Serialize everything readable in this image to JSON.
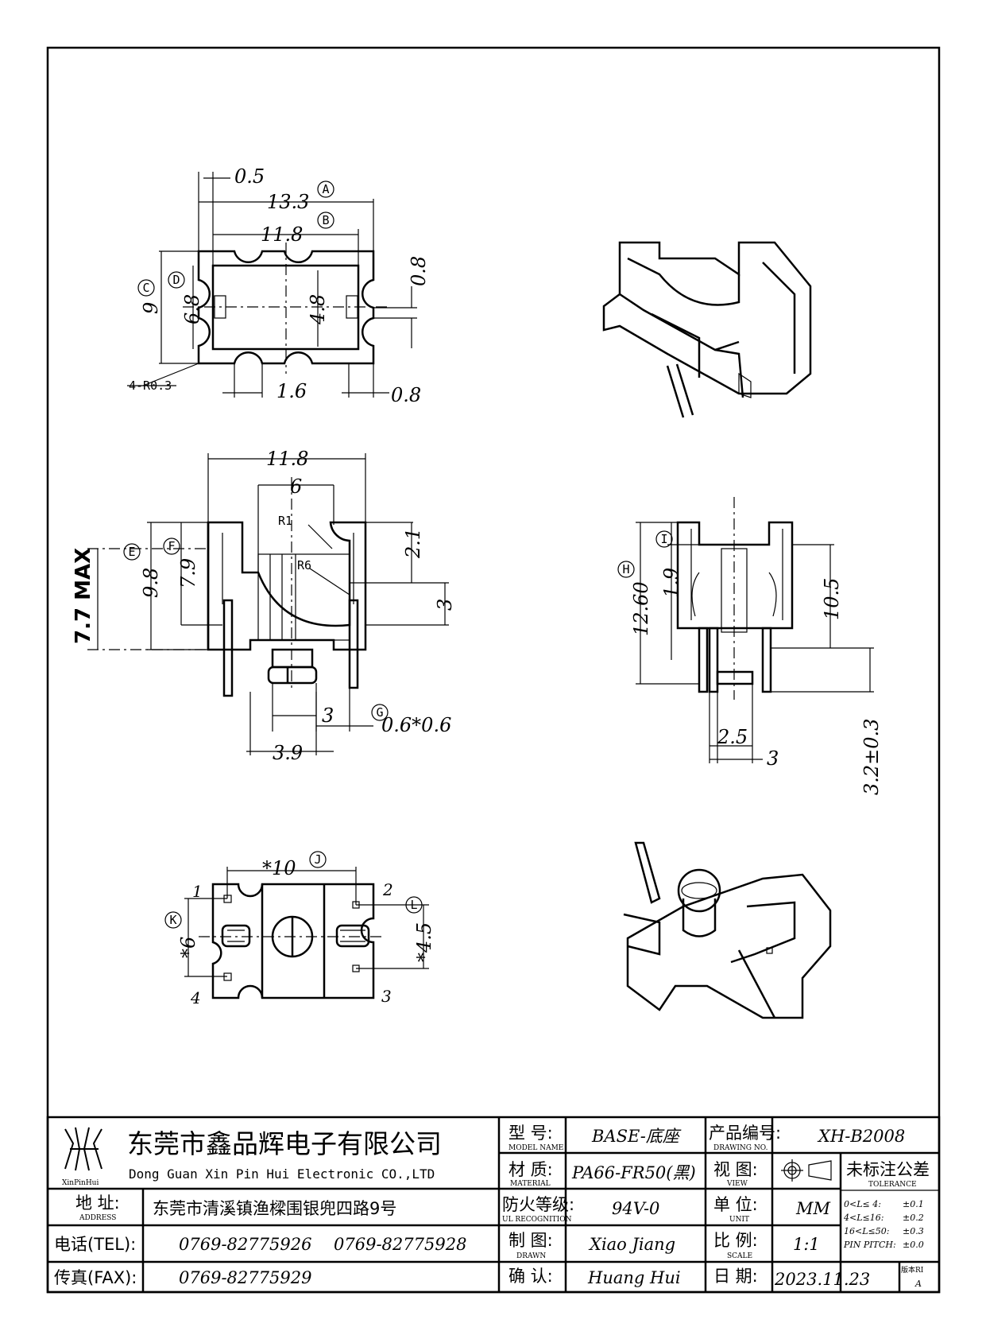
{
  "top_view": {
    "dim_a_offset": "0.5",
    "dim_a_width": "13.3",
    "dim_b_width": "11.8",
    "dim_c_height": "9",
    "dim_d_height": "6.8",
    "dim_inner_height": "4.8",
    "dim_right_notch": "0.8",
    "dim_bottom_slot": "1.6",
    "dim_bottom_right": "0.8",
    "radius_note": "4-R0.3",
    "balloon_a": "A",
    "balloon_b": "B",
    "balloon_c": "C",
    "balloon_d": "D"
  },
  "front_view": {
    "dim_width": "11.8",
    "dim_arc_width": "6",
    "radius_1": "R1",
    "radius_6": "R6",
    "dim_slot_depth": "2.1",
    "dim_height": "9.8",
    "dim_inner_height": "7.9",
    "dim_max": "7.7 MAX",
    "dim_pin_offset": "3",
    "dim_pin_spacing": "3",
    "dim_pin_section": "0.6*0.6",
    "dim_pin_outer": "3.9",
    "balloon_e": "E",
    "balloon_f": "F",
    "balloon_g": "G"
  },
  "side_view": {
    "dim_total": "12.60",
    "dim_top": "1.9",
    "dim_body": "10.5",
    "dim_pin_width": "2.5",
    "dim_pin_gap": "3",
    "dim_pin_len": "3.2±0.3",
    "balloon_h": "H",
    "balloon_i": "I"
  },
  "bottom_view": {
    "dim_pitch_x": "*10",
    "dim_pitch_y": "*6",
    "dim_pitch_y2": "*4.5",
    "pin_1": "1",
    "pin_2": "2",
    "pin_3": "3",
    "pin_4": "4",
    "balloon_j": "J",
    "balloon_k": "K",
    "balloon_l": "L"
  },
  "title_block": {
    "company_cn": "东莞市鑫品辉电子有限公司",
    "company_en": "Dong Guan Xin Pin Hui Electronic CO.,LTD",
    "logo_text": "XinPinHui",
    "address_label_cn": "地  址:",
    "address_label_en": "ADDRESS",
    "address_value": "东莞市清溪镇渔樑围银兜四路9号",
    "tel_label": "电话(TEL):",
    "tel_value_1": "0769-82775926",
    "tel_value_2": "0769-82775928",
    "fax_label": "传真(FAX):",
    "fax_value": "0769-82775929",
    "model_label_cn": "型  号:",
    "model_label_en": "MODEL NAME",
    "model_value": "BASE-底座",
    "material_label_cn": "材  质:",
    "material_label_en": "MATERIAL",
    "material_value": "PA66-FR50(黑)",
    "ul_label_cn": "防火等级:",
    "ul_label_en": "UL RECOGNITION",
    "ul_value": "94V-0",
    "drawn_label_cn": "制  图:",
    "drawn_label_en": "DRAWN",
    "drawn_value": "Xiao Jiang",
    "check_label_cn": "确  认:",
    "check_value": "Huang Hui",
    "drawing_no_label_cn": "产品编号:",
    "drawing_no_label_en": "DRAWING NO.",
    "drawing_no_value": "XH-B2008",
    "view_label_cn": "视  图:",
    "view_label_en": "VIEW",
    "unit_label_cn": "单  位:",
    "unit_label_en": "UNIT",
    "unit_value": "MM",
    "scale_label_cn": "比  例:",
    "scale_label_en": "SCALE",
    "scale_value": "1:1",
    "date_label_cn": "日  期:",
    "date_value": "2023.11.23",
    "version_label": "版本RI",
    "version_value": "A",
    "tolerance_label_cn": "未标注公差",
    "tolerance_label_en": "TOLERANCE",
    "tol_row_1_range": "0<L≤ 4:",
    "tol_row_1_value": "±0.1",
    "tol_row_2_range": "4<L≤16:",
    "tol_row_2_value": "±0.2",
    "tol_row_3_range": "16<L≤50:",
    "tol_row_3_value": "±0.3",
    "tol_row_4_range": "PIN PITCH:",
    "tol_row_4_value": "±0.0"
  }
}
